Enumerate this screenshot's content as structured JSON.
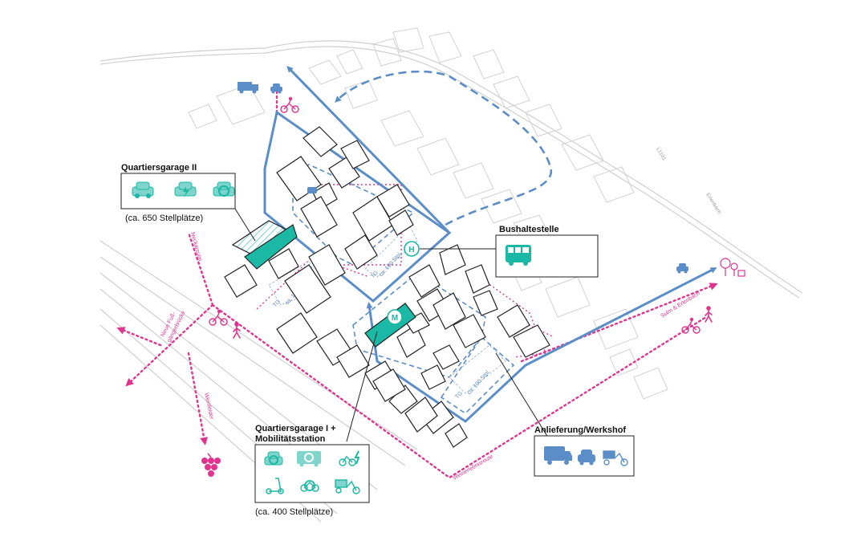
{
  "colors": {
    "blue": "#5b8ec8",
    "teal": "#1bb8a6",
    "teal_light": "#7fd5cb",
    "pink": "#e0348f",
    "grey": "#bdbdbd",
    "background": "#ffffff"
  },
  "boxes": {
    "quartiersgarage_2": {
      "title": "Quartiersgarage II",
      "caption": "(ca. 650 Stellplätze)",
      "icons": [
        "car-icon",
        "car-charging-icon",
        "car-sharing-icon"
      ]
    },
    "bushaltestelle": {
      "title": "Bushaltestelle",
      "icons": [
        "bus-icon"
      ]
    },
    "quartiersgarage_1": {
      "title_line1": "Quartiersgarage I +",
      "title_line2": "Mobilitätsstation",
      "caption": "(ca. 400 Stellplätze)",
      "icons": [
        "car-sharing-icon",
        "camper-sharing-icon",
        "bike-charging-icon",
        "scooter-icon",
        "bike-sharing-icon",
        "cargo-bike-icon"
      ]
    },
    "anlieferung": {
      "title": "Anlieferung/Werkshof",
      "icons": [
        "delivery-van-icon",
        "car-icon",
        "cargo-bike-icon"
      ]
    }
  },
  "markers": {
    "bus_stop": "H",
    "mobility_station": "M"
  },
  "map_labels": {
    "neckarsulm": "Neckarsulm",
    "bruecke_line1": "Neue Fuß-",
    "bruecke_line2": "gängerbrücke",
    "weinfelder": "Weinfelder",
    "sulm_erlenbach": "Sulm & Erlenbach",
    "weinerlebnisroute": "Weinerlebnisroute",
    "l1101": "L1101",
    "erlenbach": "Erlenbach",
    "tg_a": "ca. 100 Stpl.",
    "tg_b": "ca. 100 Stpl.",
    "tg_c": "ca. 100 Stpl.",
    "tg_short": "TG"
  }
}
